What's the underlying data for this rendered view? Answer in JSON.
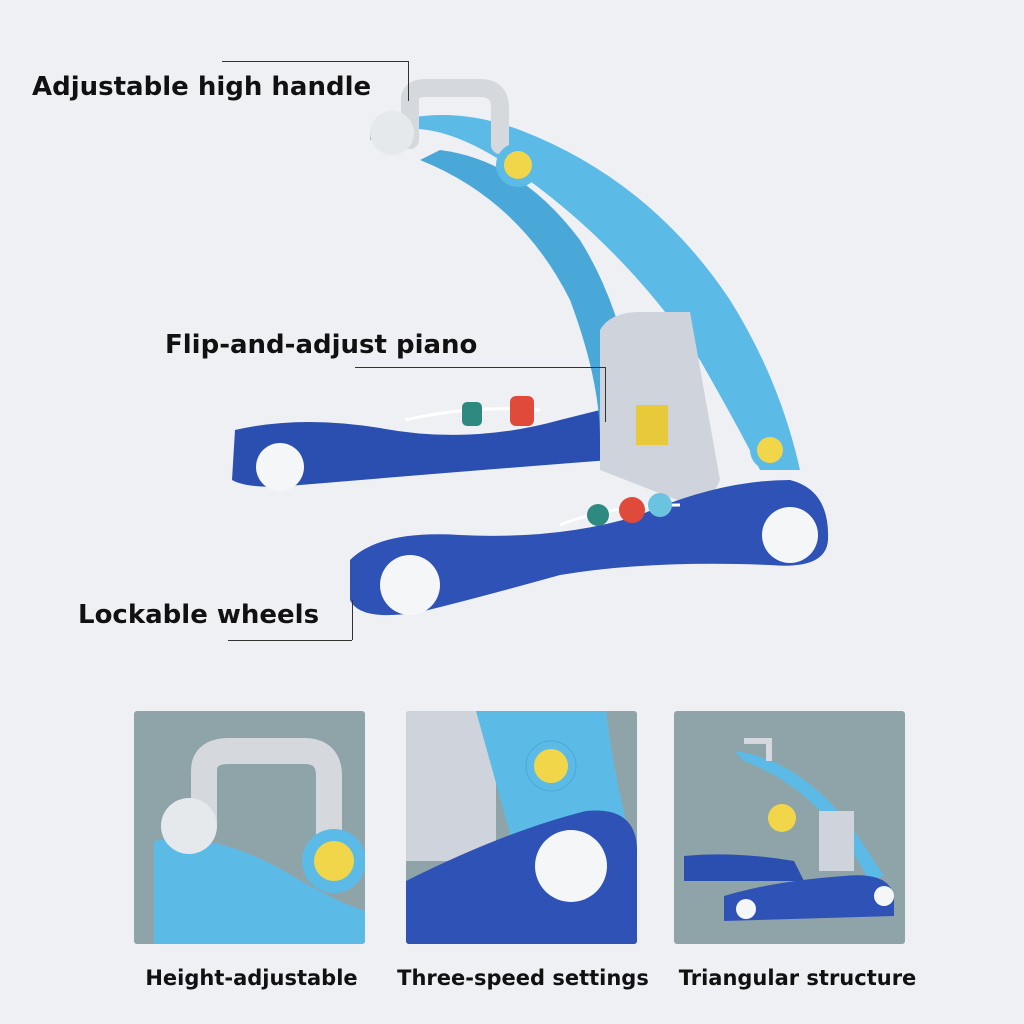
{
  "callouts": {
    "handle": "Adjustable high handle",
    "piano": "Flip-and-adjust piano",
    "wheels": "Lockable wheels"
  },
  "features": [
    {
      "caption": "Height-adjustable"
    },
    {
      "caption": "Three-speed settings"
    },
    {
      "caption": "Triangular structure"
    }
  ],
  "colors": {
    "background": "#eef0f4",
    "light_blue": "#4fb3e0",
    "dark_blue": "#2b4fb0",
    "yellow": "#f2d64a",
    "panel": "#8fa4a9"
  }
}
